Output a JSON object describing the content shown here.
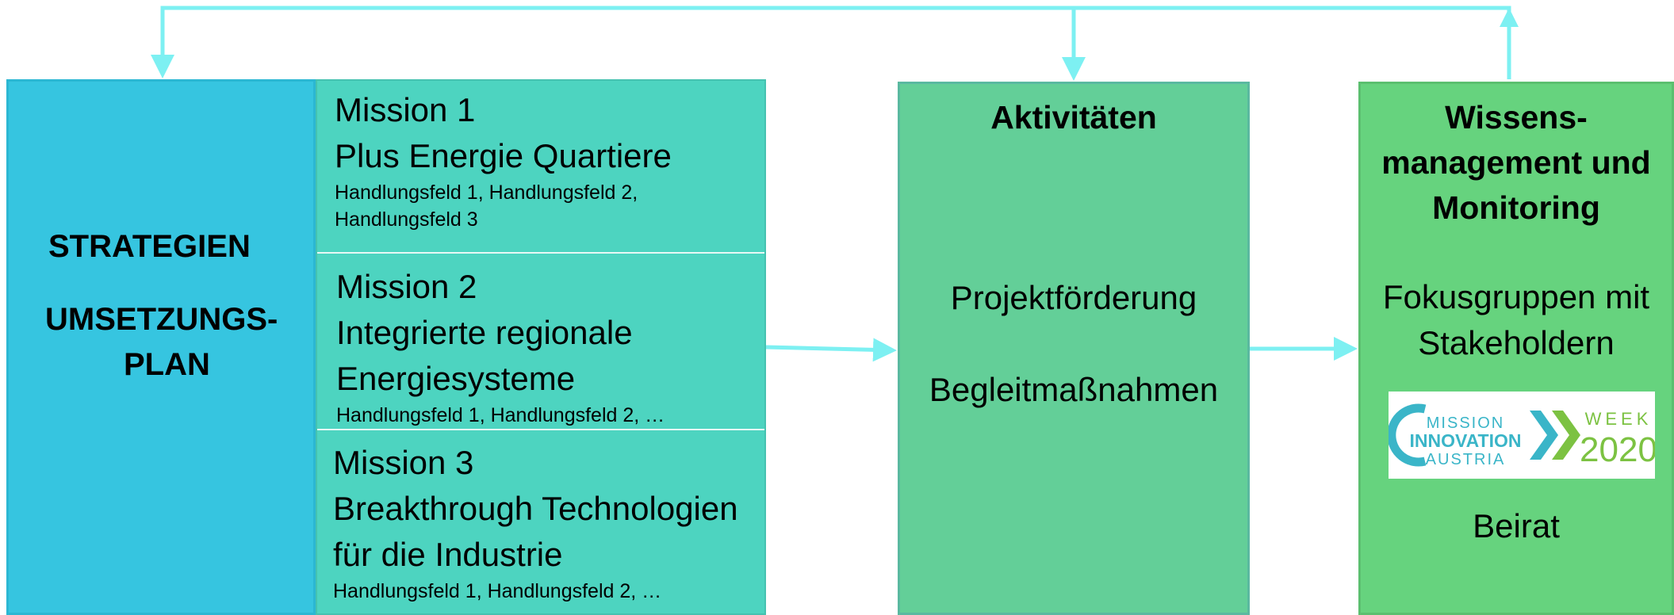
{
  "strategy": {
    "line1": "STRATEGIEN",
    "line2": "UMSETZUNGS-",
    "line3": "PLAN"
  },
  "missions": [
    {
      "title": "Mission 1",
      "subtitle": "Plus Energie Quartiere",
      "fields_line1": "Handlungsfeld 1, Handlungsfeld 2,",
      "fields_line2": "Handlungsfeld 3"
    },
    {
      "title": "Mission 2",
      "subtitle_line1": "Integrierte regionale",
      "subtitle_line2": "Energiesysteme",
      "fields": "Handlungsfeld 1, Handlungsfeld 2, …"
    },
    {
      "title": "Mission 3",
      "subtitle_line1": "Breakthrough Technologien",
      "subtitle_line2": "für die Industrie",
      "fields": "Handlungsfeld 1, Handlungsfeld 2, …"
    }
  ],
  "activities": {
    "heading": "Aktivitäten",
    "item1": "Projektförderung",
    "item2": "Begleitmaßnahmen"
  },
  "knowledge": {
    "heading_line1": "Wissens-",
    "heading_line2": "management und",
    "heading_line3": "Monitoring",
    "item1_line1": "Fokusgruppen mit",
    "item1_line2": "Stakeholdern",
    "item2": "Beirat"
  },
  "logo": {
    "line1": "MISSION",
    "line2": "INNOVATION",
    "line3": "AUSTRIA",
    "week": "WEEK",
    "year": "2020"
  },
  "colors": {
    "arrow": "#7df0f2",
    "strategy_box": "#36c5e0",
    "mission_box": "#4dd4c0",
    "activities_box": "#63cf98",
    "knowledge_box": "#66d37e",
    "logo_teal": "#3ab5c8",
    "logo_green": "#7cc242"
  }
}
